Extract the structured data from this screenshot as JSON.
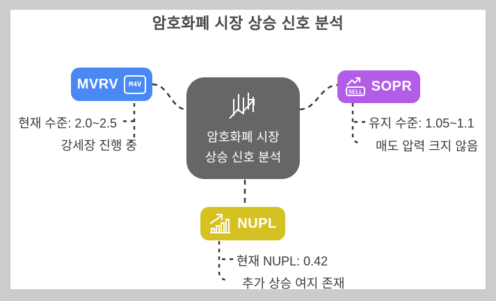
{
  "title": "암호화폐 시장 상승 신호 분석",
  "colors": {
    "frame": "#cccccc",
    "connector": "#333333",
    "mvrv": "#4a89f3",
    "sopr": "#b35ce8",
    "nupl": "#d6c123",
    "center": "#666666"
  },
  "center": {
    "label_line1": "암호화폐 시장",
    "label_line2": "상승 신호 분석",
    "icon": "trend-chart-icon"
  },
  "nodes": {
    "mvrv": {
      "label": "MVRV",
      "icon": "m4v-badge-icon",
      "icon_text": "M4V",
      "details": [
        "현재 수준: 2.0~2.5",
        "강세장 진행 중"
      ]
    },
    "sopr": {
      "label": "SOPR",
      "icon": "sell-trend-icon",
      "icon_text": "SELL",
      "details": [
        "유지 수준: 1.05~1.1",
        "매도 압력 크지 않음"
      ]
    },
    "nupl": {
      "label": "NUPL",
      "icon": "bar-growth-icon",
      "details": [
        "현재 NUPL: 0.42",
        "추가 상승 여지 존재"
      ]
    }
  }
}
